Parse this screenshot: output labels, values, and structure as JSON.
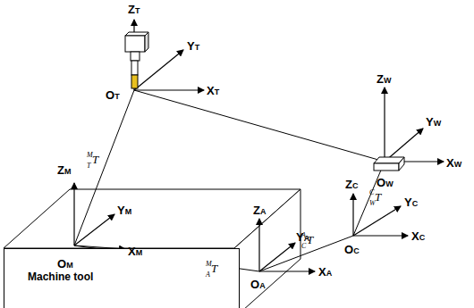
{
  "diagram": {
    "nodes": [
      {
        "text": [
          "Machine tool"
        ]
      }
    ],
    "labels": [
      "ZT",
      "YT",
      "OT",
      "XT",
      "ZM",
      "YM",
      "OM",
      "XM",
      "ZW",
      "YW",
      "XW",
      "OW",
      "ZA",
      "YA",
      "OA",
      "XA",
      "ZC",
      "YC",
      "XC",
      "OC",
      "M",
      "T",
      "T",
      "M",
      "A",
      "T",
      "A",
      "C",
      "T",
      "C",
      "W",
      "T"
    ]
  }
}
